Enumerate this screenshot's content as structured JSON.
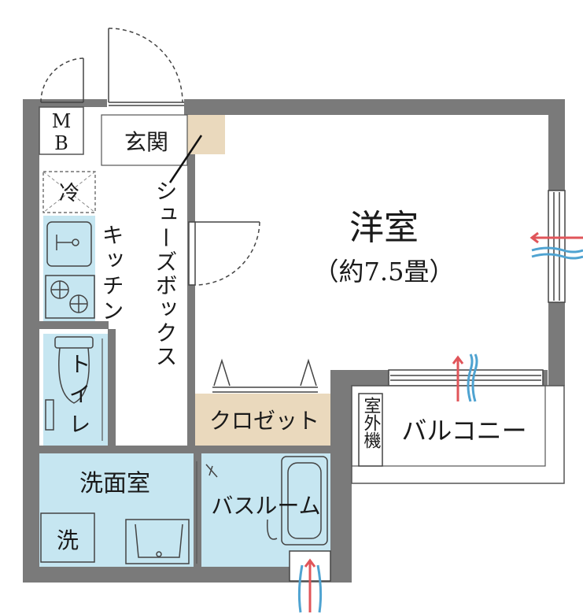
{
  "floorplan": {
    "rooms": {
      "western_room": {
        "name": "洋室",
        "size": "（約7.5畳）"
      },
      "entrance": "玄関",
      "meter_box_top": "M",
      "meter_box_bottom": "B",
      "shoe_box": "シューズボックス",
      "kitchen": "キッチン",
      "refrigerator": "冷",
      "toilet": "トイレ",
      "washroom": "洗面室",
      "washer": "洗",
      "bathroom": "バスルーム",
      "closet": "クロゼット",
      "balcony": "バルコニー",
      "outdoor_unit": "室外機"
    },
    "colors": {
      "wall": "#7a7a7a",
      "wet_area": "#c6e6f1",
      "closet": "#ead9bd",
      "supply_arrow": "#e0555a",
      "exhaust_arrow": "#4fa3d1"
    }
  }
}
